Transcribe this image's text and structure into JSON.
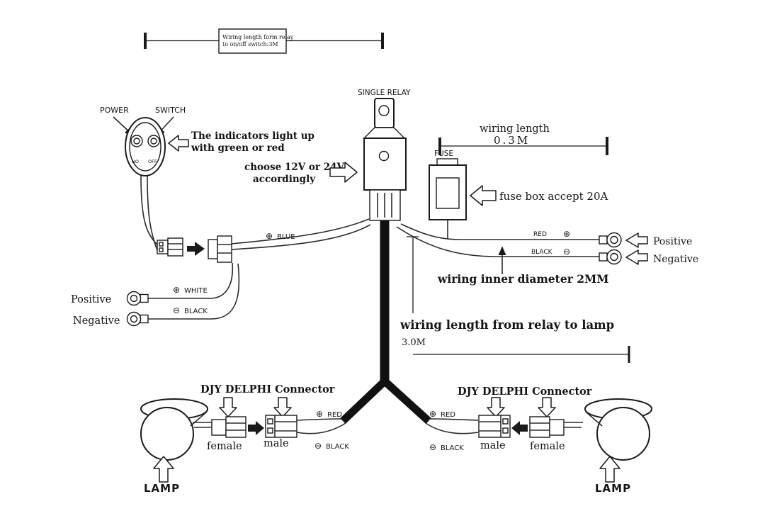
{
  "top_note": {
    "line1": "Wiring length form relay",
    "line2": "to on/off switch:3M"
  },
  "switch_unit": {
    "power_label": "POWER",
    "switch_label": "SWITCH",
    "no": "NO",
    "off": "OFF",
    "note_line1": "The indicators light up",
    "note_line2": "with green or red"
  },
  "relay": {
    "title": "SINGLE RELAY",
    "note_line1": "choose  12V or 24V",
    "note_line2": "accordingly"
  },
  "fuse": {
    "label": "FUSE",
    "note": "fuse box accept 20A"
  },
  "dims": {
    "wiring_length_label": "wiring length",
    "wiring_length_value": "0.3M",
    "inner_diameter": "wiring inner diameter 2MM",
    "relay_to_lamp_label": "wiring length from relay to lamp",
    "relay_to_lamp_value": "3.0M"
  },
  "switch_wires": {
    "blue": "BLUE",
    "white": "WHITE",
    "black": "BLACK",
    "positive": "Positive",
    "negative": "Negative"
  },
  "battery_wires": {
    "red": "RED",
    "black": "BLACK",
    "positive": "Positive",
    "negative": "Negative"
  },
  "lamp_left": {
    "connector_title": "DJY DELPHI Connector",
    "female": "female",
    "male": "male",
    "red": "RED",
    "black": "BLACK",
    "lamp": "LAMP"
  },
  "lamp_right": {
    "connector_title": "DJY DELPHI Connector",
    "female": "female",
    "male": "male",
    "red": "RED",
    "black": "BLACK",
    "lamp": "LAMP"
  },
  "symbols": {
    "plus": "⊕",
    "minus": "⊖"
  }
}
